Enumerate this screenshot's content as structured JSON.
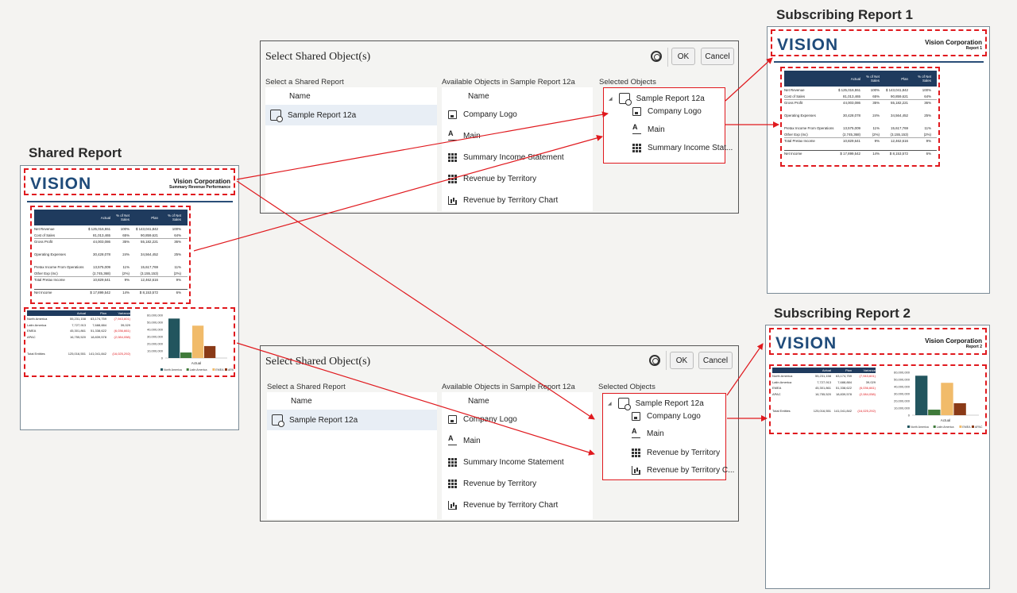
{
  "headings": {
    "shared": "Shared Report",
    "sub1": "Subscribing Report 1",
    "sub2": "Subscribing Report 2"
  },
  "brand": {
    "logo": "VISION",
    "corp": "Vision Corporation",
    "shared_subtitle": "Summary Revenue Performance",
    "sub1_subtitle": "Report 1",
    "sub2_subtitle": "Report 2"
  },
  "fin_table": {
    "headers": [
      "Actual",
      "% of Net Sales",
      "Plan",
      "% of Net Sales"
    ],
    "rows": [
      {
        "label": "Net Revenue",
        "actual": "$ 125,016,551",
        "p1": "100%",
        "plan": "$ 143,041,842",
        "p2": "100%"
      },
      {
        "label": "Cost of Sales",
        "actual": "81,013,465",
        "p1": "65%",
        "plan": "90,859,621",
        "p2": "64%"
      },
      {
        "label": "Gross Profit",
        "actual": "44,003,086",
        "p1": "35%",
        "plan": "55,182,221",
        "p2": "36%"
      },
      {
        "label": "",
        "actual": "",
        "p1": "",
        "plan": "",
        "p2": ""
      },
      {
        "label": "Operating Expenses",
        "actual": "30,428,078",
        "p1": "24%",
        "plan": "34,564,452",
        "p2": "25%"
      },
      {
        "label": "",
        "actual": "",
        "p1": "",
        "plan": "",
        "p2": ""
      },
      {
        "label": "Pretax Income From Operations",
        "actual": "13,575,009",
        "p1": "11%",
        "plan": "15,617,769",
        "p2": "11%"
      },
      {
        "label": "Other Exp (Inc)",
        "actual": "(2,745,368)",
        "p1": "(2%)",
        "plan": "(3,155,153)",
        "p2": "(2%)"
      },
      {
        "label": "Total Pretax Income",
        "actual": "10,829,641",
        "p1": "9%",
        "plan": "12,462,616",
        "p2": "9%"
      },
      {
        "label": "",
        "actual": "",
        "p1": "",
        "plan": "",
        "p2": ""
      },
      {
        "label": "Net Income",
        "actual": "$ 17,899,542",
        "p1": "14%",
        "plan": "$ 8,153,572",
        "p2": "6%"
      }
    ]
  },
  "territory": {
    "headers": [
      "Actual",
      "Plan",
      "Variance"
    ],
    "rows": [
      {
        "label": "North America",
        "actual": "55,231,158",
        "plan": "63,174,759",
        "var": "(7,943,601)",
        "neg": true
      },
      {
        "label": "Latin America",
        "actual": "7,727,913",
        "plan": "7,688,884",
        "var": "39,029",
        "neg": false
      },
      {
        "label": "EMEA",
        "actual": "45,301,861",
        "plan": "51,338,622",
        "var": "(6,036,661)",
        "neg": true
      },
      {
        "label": "APAC",
        "actual": "16,755,520",
        "plan": "18,839,578",
        "var": "(2,084,058)",
        "neg": true
      },
      {
        "label": "Total Entities",
        "actual": "125,016,551",
        "plan": "141,041,842",
        "var": "(16,025,292)",
        "neg": true
      }
    ]
  },
  "chart_data": {
    "type": "bar",
    "categories": [
      "Actual"
    ],
    "series": [
      {
        "name": "North America",
        "values": [
          55231158
        ]
      },
      {
        "name": "Latin America",
        "values": [
          7727913
        ]
      },
      {
        "name": "EMEA",
        "values": [
          45301861
        ]
      },
      {
        "name": "APAC",
        "values": [
          16755520
        ]
      }
    ],
    "xlabel": "Actual",
    "ylim": [
      0,
      60000000
    ],
    "yticks": [
      "60,000,000",
      "50,000,000",
      "40,000,000",
      "30,000,000",
      "20,000,000",
      "10,000,000",
      "0"
    ],
    "legend": "bottom",
    "colors": [
      "#22555e",
      "#3f7a3a",
      "#f1bb6a",
      "#8a3a17"
    ]
  },
  "dialog": {
    "title": "Select Shared Object(s)",
    "ok": "OK",
    "cancel": "Cancel",
    "col1": "Select a Shared Report",
    "col2": "Available Objects in Sample Report 12a",
    "col3": "Selected Objects",
    "name_header": "Name",
    "shared_report": "Sample Report 12a",
    "available": [
      "Company Logo",
      "Main",
      "Summary Income Statement",
      "Revenue by Territory",
      "Revenue by Territory Chart"
    ],
    "selected1": [
      "Company Logo",
      "Main",
      "Summary Income Stat..."
    ],
    "selected2": [
      "Company Logo",
      "Main",
      "Revenue by Territory",
      "Revenue by Territory C..."
    ]
  },
  "colors": {
    "accent_red": "#e0191e",
    "navy": "#1f3b5e",
    "logo": "#1f4b7a"
  },
  "icons": [
    "shared-report-icon",
    "document-icon",
    "text-icon",
    "grid-icon",
    "chart-icon",
    "help-icon",
    "expand-caret-icon"
  ]
}
